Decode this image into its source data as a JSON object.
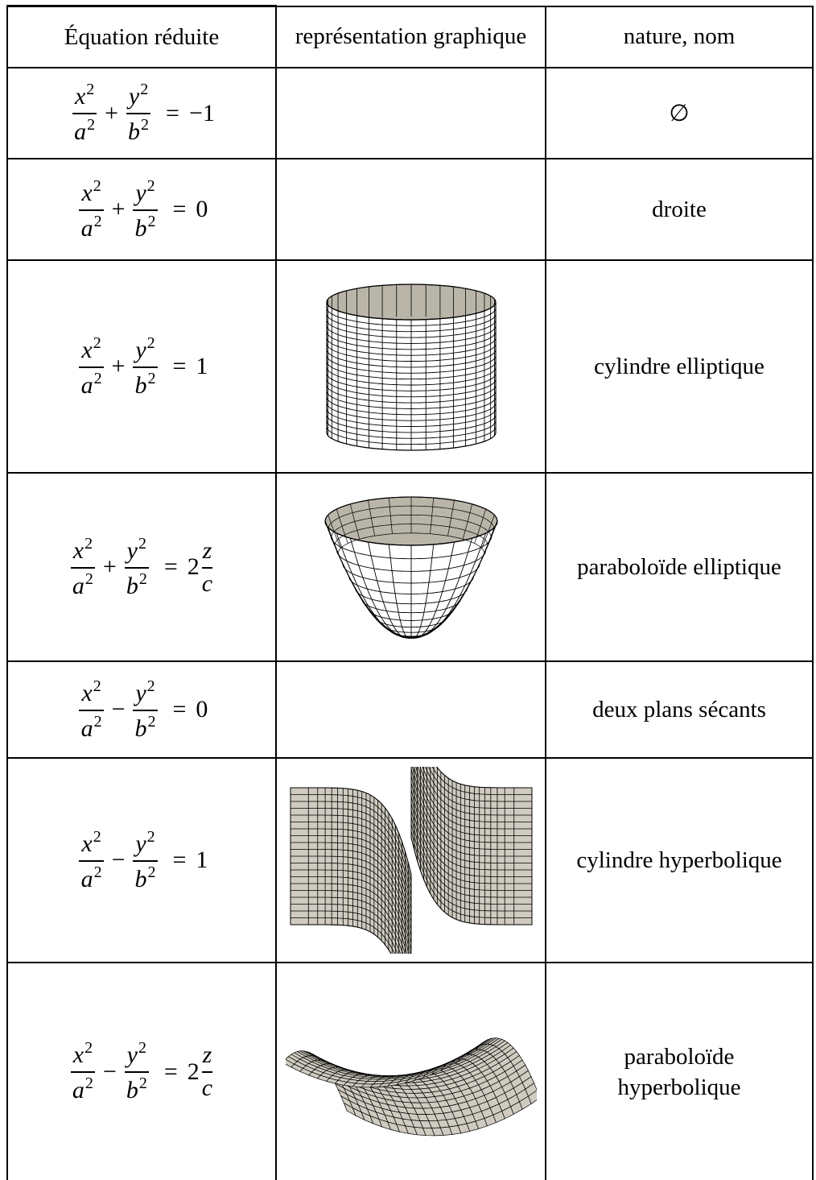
{
  "headers": [
    "Équation réduite",
    "représentation graphique",
    "nature, nom"
  ],
  "rows": [
    {
      "lhs_op": "+",
      "rhs_num": "1",
      "rhs_sign": "−",
      "rhs_frac": false,
      "nature": "∅",
      "figure": "none"
    },
    {
      "lhs_op": "+",
      "rhs_num": "0",
      "rhs_sign": "",
      "rhs_frac": false,
      "nature": "droite",
      "figure": "none"
    },
    {
      "lhs_op": "+",
      "rhs_num": "1",
      "rhs_sign": "",
      "rhs_frac": false,
      "nature": "cylindre elliptique",
      "figure": "cylinder-elliptic"
    },
    {
      "lhs_op": "+",
      "rhs_num": "2",
      "rhs_sign": "",
      "rhs_frac": true,
      "nature": "paraboloïde elliptique",
      "figure": "paraboloid-elliptic"
    },
    {
      "lhs_op": "−",
      "rhs_num": "0",
      "rhs_sign": "",
      "rhs_frac": false,
      "nature": "deux plans sécants",
      "figure": "none"
    },
    {
      "lhs_op": "−",
      "rhs_num": "1",
      "rhs_sign": "",
      "rhs_frac": false,
      "nature": "cylindre hyperbolique",
      "figure": "cylinder-hyperbolic"
    },
    {
      "lhs_op": "−",
      "rhs_num": "2",
      "rhs_sign": "",
      "rhs_frac": true,
      "nature_lines": [
        "paraboloïde",
        "hyperbolique"
      ],
      "figure": "paraboloid-hyperbolic"
    }
  ],
  "symbols": {
    "x": "x",
    "y": "y",
    "a": "a",
    "b": "b",
    "z": "z",
    "c": "c",
    "sq": "2",
    "eq": "="
  }
}
